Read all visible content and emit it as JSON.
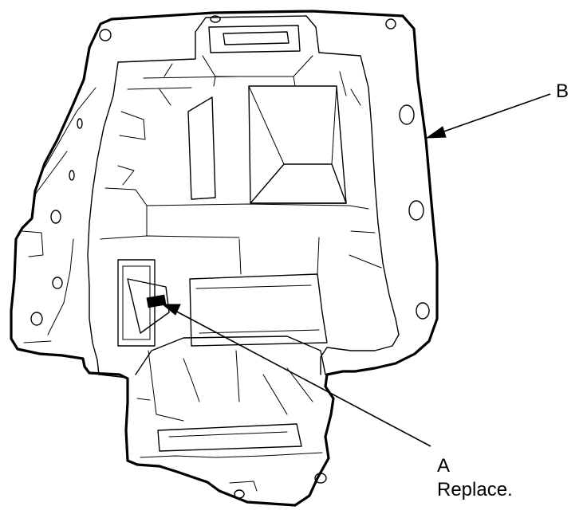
{
  "callouts": {
    "b": {
      "letter": "B"
    },
    "a": {
      "letter": "A",
      "note": "Replace."
    }
  }
}
